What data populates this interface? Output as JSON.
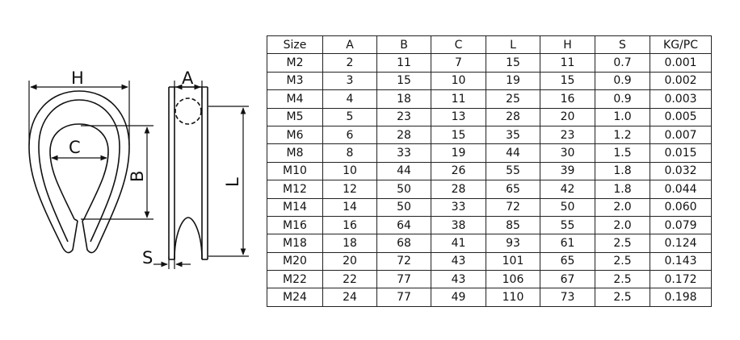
{
  "diagram": {
    "labels": {
      "H": "H",
      "C": "C",
      "B": "B",
      "A": "A",
      "L": "L",
      "S": "S"
    }
  },
  "table": {
    "headers": [
      "Size",
      "A",
      "B",
      "C",
      "L",
      "H",
      "S",
      "KG/PC"
    ],
    "rows": [
      [
        "M2",
        "2",
        "11",
        "7",
        "15",
        "11",
        "0.7",
        "0.001"
      ],
      [
        "M3",
        "3",
        "15",
        "10",
        "19",
        "15",
        "0.9",
        "0.002"
      ],
      [
        "M4",
        "4",
        "18",
        "11",
        "25",
        "16",
        "0.9",
        "0.003"
      ],
      [
        "M5",
        "5",
        "23",
        "13",
        "28",
        "20",
        "1.0",
        "0.005"
      ],
      [
        "M6",
        "6",
        "28",
        "15",
        "35",
        "23",
        "1.2",
        "0.007"
      ],
      [
        "M8",
        "8",
        "33",
        "19",
        "44",
        "30",
        "1.5",
        "0.015"
      ],
      [
        "M10",
        "10",
        "44",
        "26",
        "55",
        "39",
        "1.8",
        "0.032"
      ],
      [
        "M12",
        "12",
        "50",
        "28",
        "65",
        "42",
        "1.8",
        "0.044"
      ],
      [
        "M14",
        "14",
        "50",
        "33",
        "72",
        "50",
        "2.0",
        "0.060"
      ],
      [
        "M16",
        "16",
        "64",
        "38",
        "85",
        "55",
        "2.0",
        "0.079"
      ],
      [
        "M18",
        "18",
        "68",
        "41",
        "93",
        "61",
        "2.5",
        "0.124"
      ],
      [
        "M20",
        "20",
        "72",
        "43",
        "101",
        "65",
        "2.5",
        "0.143"
      ],
      [
        "M22",
        "22",
        "77",
        "43",
        "106",
        "67",
        "2.5",
        "0.172"
      ],
      [
        "M24",
        "24",
        "77",
        "49",
        "110",
        "73",
        "2.5",
        "0.198"
      ]
    ]
  }
}
